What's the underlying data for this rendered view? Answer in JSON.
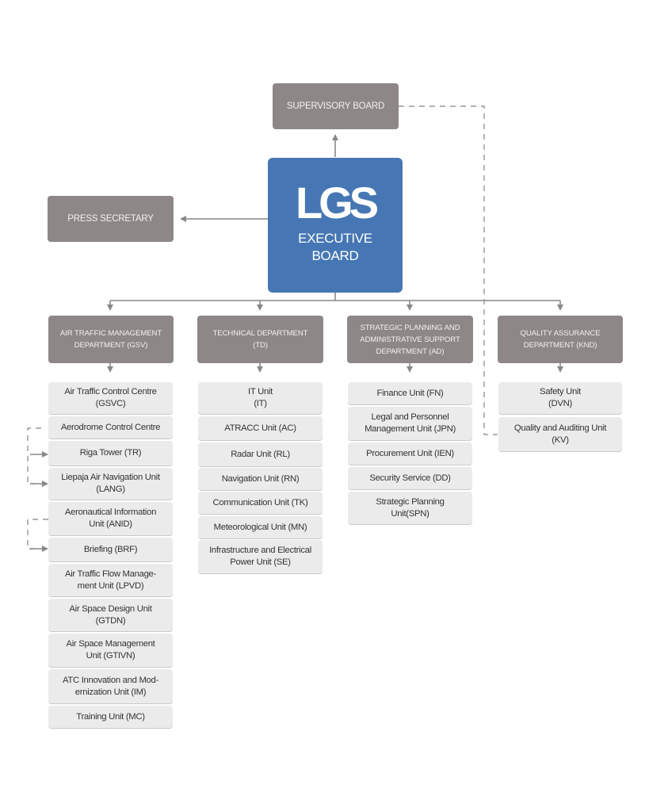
{
  "colors": {
    "executive_blue": "#4677b4",
    "box_gray": "#8d8887",
    "unit_gray": "#ebebeb",
    "connector": "#8a8786"
  },
  "top": {
    "supervisory_board": "SUPERVISORY BOARD",
    "press_secretary": "PRESS SECRETARY",
    "executive": {
      "logo": "LGS",
      "title": "EXECUTIVE\nBOARD"
    }
  },
  "departments": [
    {
      "label": "AIR TRAFFIC MANAGEMENT\nDEPARTMENT (GSV)",
      "units": [
        "Air Traffic Control Centre\n(GSVC)",
        "Aerodrome Control Centre",
        "Riga Tower (TR)",
        "Liepaja Air Navigation Unit\n(LANG)",
        "Aeronautical Information\nUnit (ANID)",
        "Briefing (BRF)",
        "Air Traffic Flow Manage-\nment Unit  (LPVD)",
        "Air Space Design Unit\n(GTDN)",
        "Air Space Management\nUnit (GTIVN)",
        "ATC Innovation and Mod-\nernization Unit (IM)",
        "Training Unit (MC)"
      ]
    },
    {
      "label": "TECHNICAL DEPARTMENT\n(TD)",
      "units": [
        "IT Unit\n(IT)",
        "ATRACC Unit (AC)",
        "Radar Unit  (RL)",
        "Navigation Unit (RN)",
        "Communication Unit (TK)",
        "Meteorological Unit (MN)",
        "Infrastructure and Electrical\nPower Unit (SE)"
      ]
    },
    {
      "label": "STRATEGIC PLANNING AND\nADMINISTRATIVE SUPPORT\nDEPARTMENT (AD)",
      "units": [
        "Finance Unit (FN)",
        "Legal and Personnel\nManagement Unit (JPN)",
        "Procurement Unit (IEN)",
        "Security Service (DD)",
        "Strategic Planning\nUnit(SPN)"
      ]
    },
    {
      "label": "QUALITY ASSURANCE\nDEPARTMENT (KND)",
      "units": [
        "Safety Unit\n(DVN)",
        "Quality and Auditing  Unit\n(KV)"
      ]
    }
  ]
}
